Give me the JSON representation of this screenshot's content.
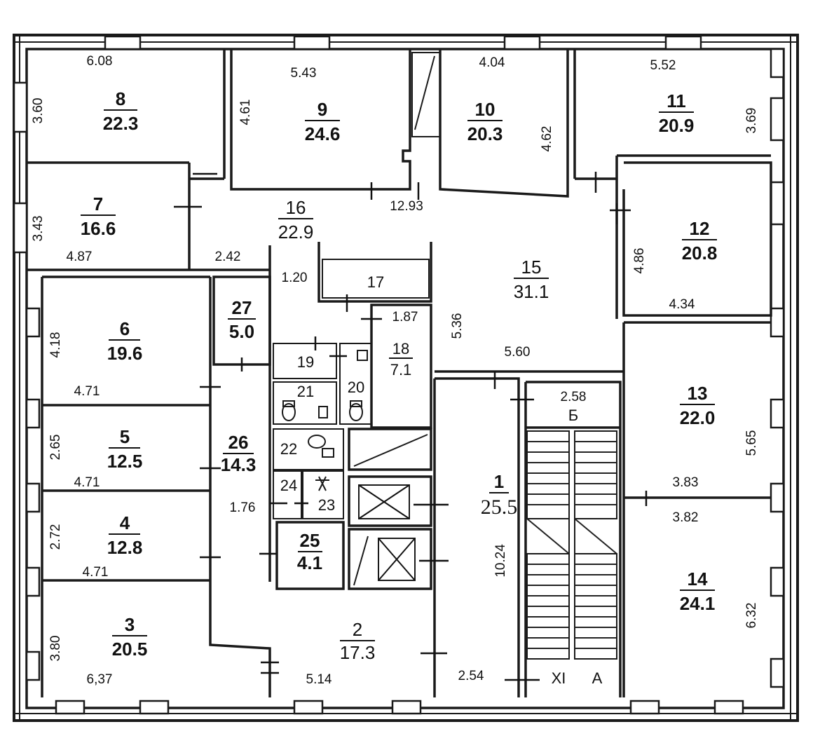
{
  "rooms": [
    {
      "id": "r1",
      "number": "1",
      "area": "25.5"
    },
    {
      "id": "r2",
      "number": "2",
      "area": "17.3"
    },
    {
      "id": "r3",
      "number": "3",
      "area": "20.5"
    },
    {
      "id": "r4",
      "number": "4",
      "area": "12.8"
    },
    {
      "id": "r5",
      "number": "5",
      "area": "12.5"
    },
    {
      "id": "r6",
      "number": "6",
      "area": "19.6"
    },
    {
      "id": "r7",
      "number": "7",
      "area": "16.6"
    },
    {
      "id": "r8",
      "number": "8",
      "area": "22.3"
    },
    {
      "id": "r9",
      "number": "9",
      "area": "24.6"
    },
    {
      "id": "r10",
      "number": "10",
      "area": "20.3"
    },
    {
      "id": "r11",
      "number": "11",
      "area": "20.9"
    },
    {
      "id": "r12",
      "number": "12",
      "area": "20.8"
    },
    {
      "id": "r13",
      "number": "13",
      "area": "22.0"
    },
    {
      "id": "r14",
      "number": "14",
      "area": "24.1"
    },
    {
      "id": "r15",
      "number": "15",
      "area": "31.1"
    },
    {
      "id": "r16",
      "number": "16",
      "area": "22.9"
    },
    {
      "id": "r17",
      "number": "17",
      "area": ""
    },
    {
      "id": "r18",
      "number": "18",
      "area": "7.1"
    },
    {
      "id": "r19",
      "number": "19",
      "area": ""
    },
    {
      "id": "r20",
      "number": "20",
      "area": ""
    },
    {
      "id": "r21",
      "number": "21",
      "area": ""
    },
    {
      "id": "r22",
      "number": "22",
      "area": ""
    },
    {
      "id": "r23",
      "number": "23",
      "area": ""
    },
    {
      "id": "r24",
      "number": "24",
      "area": ""
    },
    {
      "id": "r25",
      "number": "25",
      "area": "4.1"
    },
    {
      "id": "r26",
      "number": "26",
      "area": "14.3"
    },
    {
      "id": "r27",
      "number": "27",
      "area": "5.0"
    }
  ],
  "dimensions": {
    "d_608": "6.08",
    "d_360": "3.60",
    "d_543": "5.43",
    "d_461": "4.61",
    "d_404": "4.04",
    "d_462": "4.62",
    "d_552": "5.52",
    "d_369": "3.69",
    "d_343": "3.43",
    "d_487": "4.87",
    "d_242": "2.42",
    "d_1293": "12.93",
    "d_120": "1.20",
    "d_187": "1.87",
    "d_536": "5.36",
    "d_486": "4.86",
    "d_434": "4.34",
    "d_418": "4.18",
    "d_471a": "4.71",
    "d_560": "5.60",
    "d_258": "2.58",
    "d_265": "2.65",
    "d_471b": "4.71",
    "d_565": "5.65",
    "d_383": "3.83",
    "d_382": "3.82",
    "d_176": "1.76",
    "d_272": "2.72",
    "d_471c": "4.71",
    "d_1024": "10.24",
    "d_632": "6.32",
    "d_380": "3.80",
    "d_637": "6,37",
    "d_514": "5.14",
    "d_254": "2.54"
  },
  "markers": {
    "b": "Б",
    "xi": "XI",
    "a": "А"
  },
  "colors": {
    "ink": "#1a1a1a",
    "paper": "#ffffff"
  }
}
